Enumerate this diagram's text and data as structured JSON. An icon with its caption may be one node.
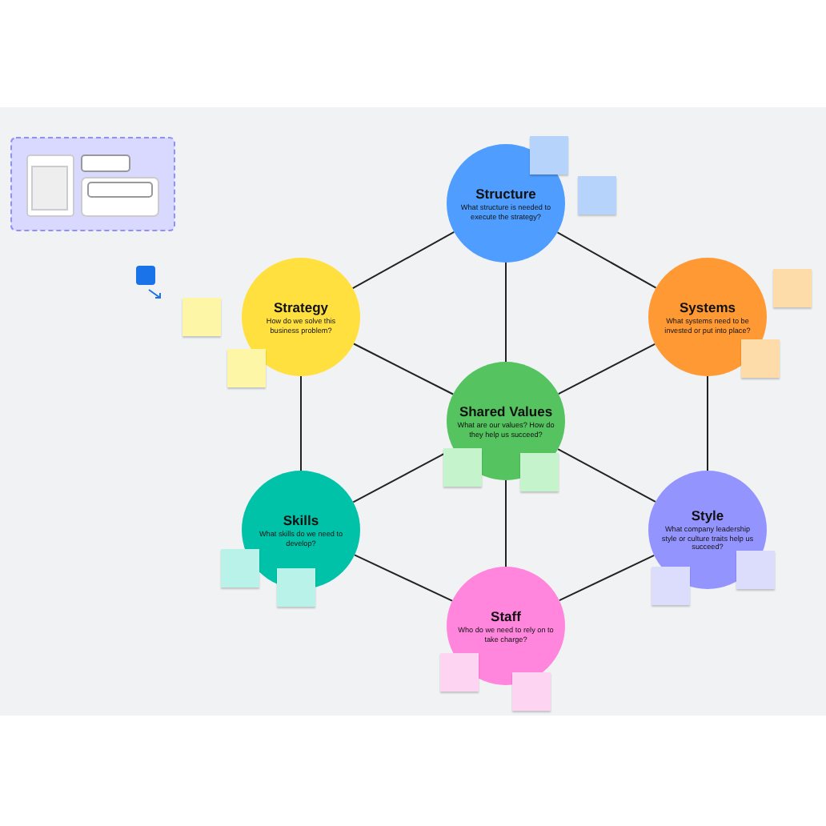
{
  "diagram": {
    "nodes": [
      {
        "text": [
          "Structure",
          "What structure is needed to execute the strategy?"
        ]
      },
      {
        "text": [
          "Strategy",
          "How do we solve this business problem?"
        ]
      },
      {
        "text": [
          "Systems",
          "What systems need to be invested or put into place?"
        ]
      },
      {
        "text": [
          "Shared Values",
          "What are our values? How do they help us succeed?"
        ]
      },
      {
        "text": [
          "Skills",
          "What skills do we need to develop?"
        ]
      },
      {
        "text": [
          "Style",
          "What company leadership style or culture traits help us succeed?"
        ]
      },
      {
        "text": [
          "Staff",
          "Who do we need to rely on to take charge?"
        ]
      }
    ],
    "edges": [
      {
        "from": 0,
        "to": 1,
        "arrow": "none"
      },
      {
        "from": 0,
        "to": 2,
        "arrow": "none"
      },
      {
        "from": 0,
        "to": 3,
        "arrow": "none"
      },
      {
        "from": 1,
        "to": 3,
        "arrow": "none"
      },
      {
        "from": 2,
        "to": 3,
        "arrow": "none"
      },
      {
        "from": 1,
        "to": 4,
        "arrow": "none"
      },
      {
        "from": 2,
        "to": 5,
        "arrow": "none"
      },
      {
        "from": 3,
        "to": 4,
        "arrow": "none"
      },
      {
        "from": 3,
        "to": 5,
        "arrow": "none"
      },
      {
        "from": 3,
        "to": 6,
        "arrow": "none"
      },
      {
        "from": 4,
        "to": 6,
        "arrow": "none"
      },
      {
        "from": 5,
        "to": 6,
        "arrow": "none"
      }
    ]
  }
}
